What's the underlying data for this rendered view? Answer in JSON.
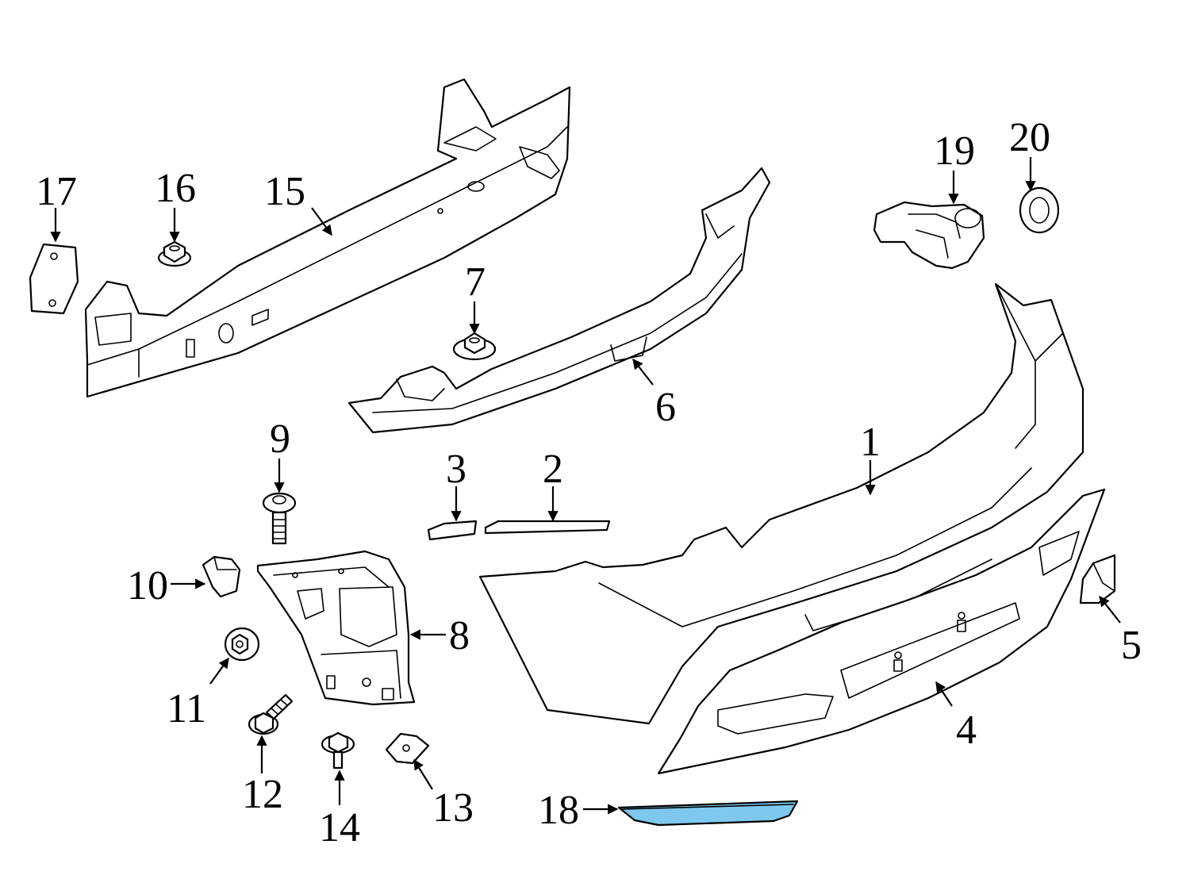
{
  "callouts": {
    "c1": "1",
    "c2": "2",
    "c3": "3",
    "c4": "4",
    "c5": "5",
    "c6": "6",
    "c7": "7",
    "c8": "8",
    "c9": "9",
    "c10": "10",
    "c11": "11",
    "c12": "12",
    "c13": "13",
    "c14": "14",
    "c15": "15",
    "c16": "16",
    "c17": "17",
    "c18": "18",
    "c19": "19",
    "c20": "20"
  },
  "colors": {
    "highlight_fill": "#7ec8ee",
    "line": "#000000",
    "background": "#ffffff"
  }
}
